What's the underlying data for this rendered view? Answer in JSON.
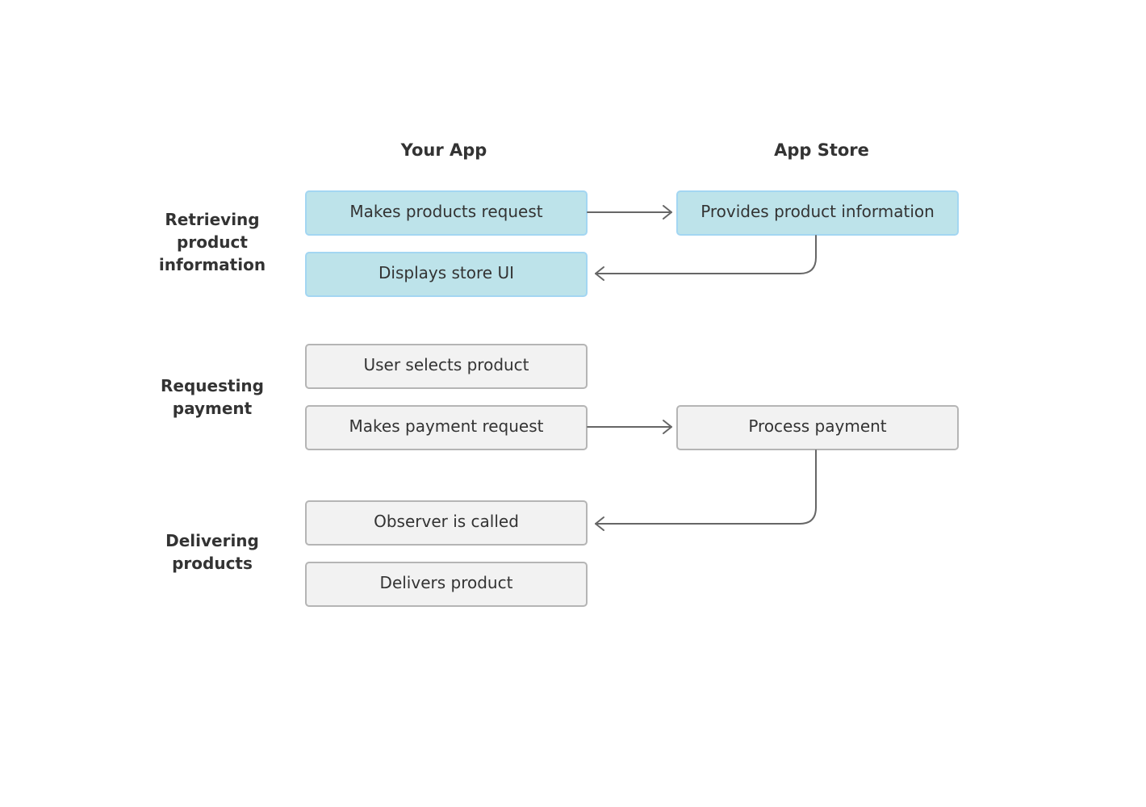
{
  "columns": {
    "left": "Your App",
    "right": "App Store"
  },
  "sections": [
    {
      "label": "Retrieving product information"
    },
    {
      "label": "Requesting payment"
    },
    {
      "label": "Delivering products"
    }
  ],
  "steps": {
    "makes_products_request": "Makes products request",
    "provides_product_information": "Provides product information",
    "displays_store_ui": "Displays store UI",
    "user_selects_product": "User selects product",
    "makes_payment_request": "Makes payment request",
    "process_payment": "Process payment",
    "observer_is_called": "Observer is called",
    "delivers_product": "Delivers product"
  },
  "colors": {
    "highlight_fill": "#bde3ea",
    "highlight_border": "#a3d6f2",
    "neutral_fill": "#f2f2f2",
    "neutral_border": "#b5b5b5",
    "connector": "#666666"
  }
}
